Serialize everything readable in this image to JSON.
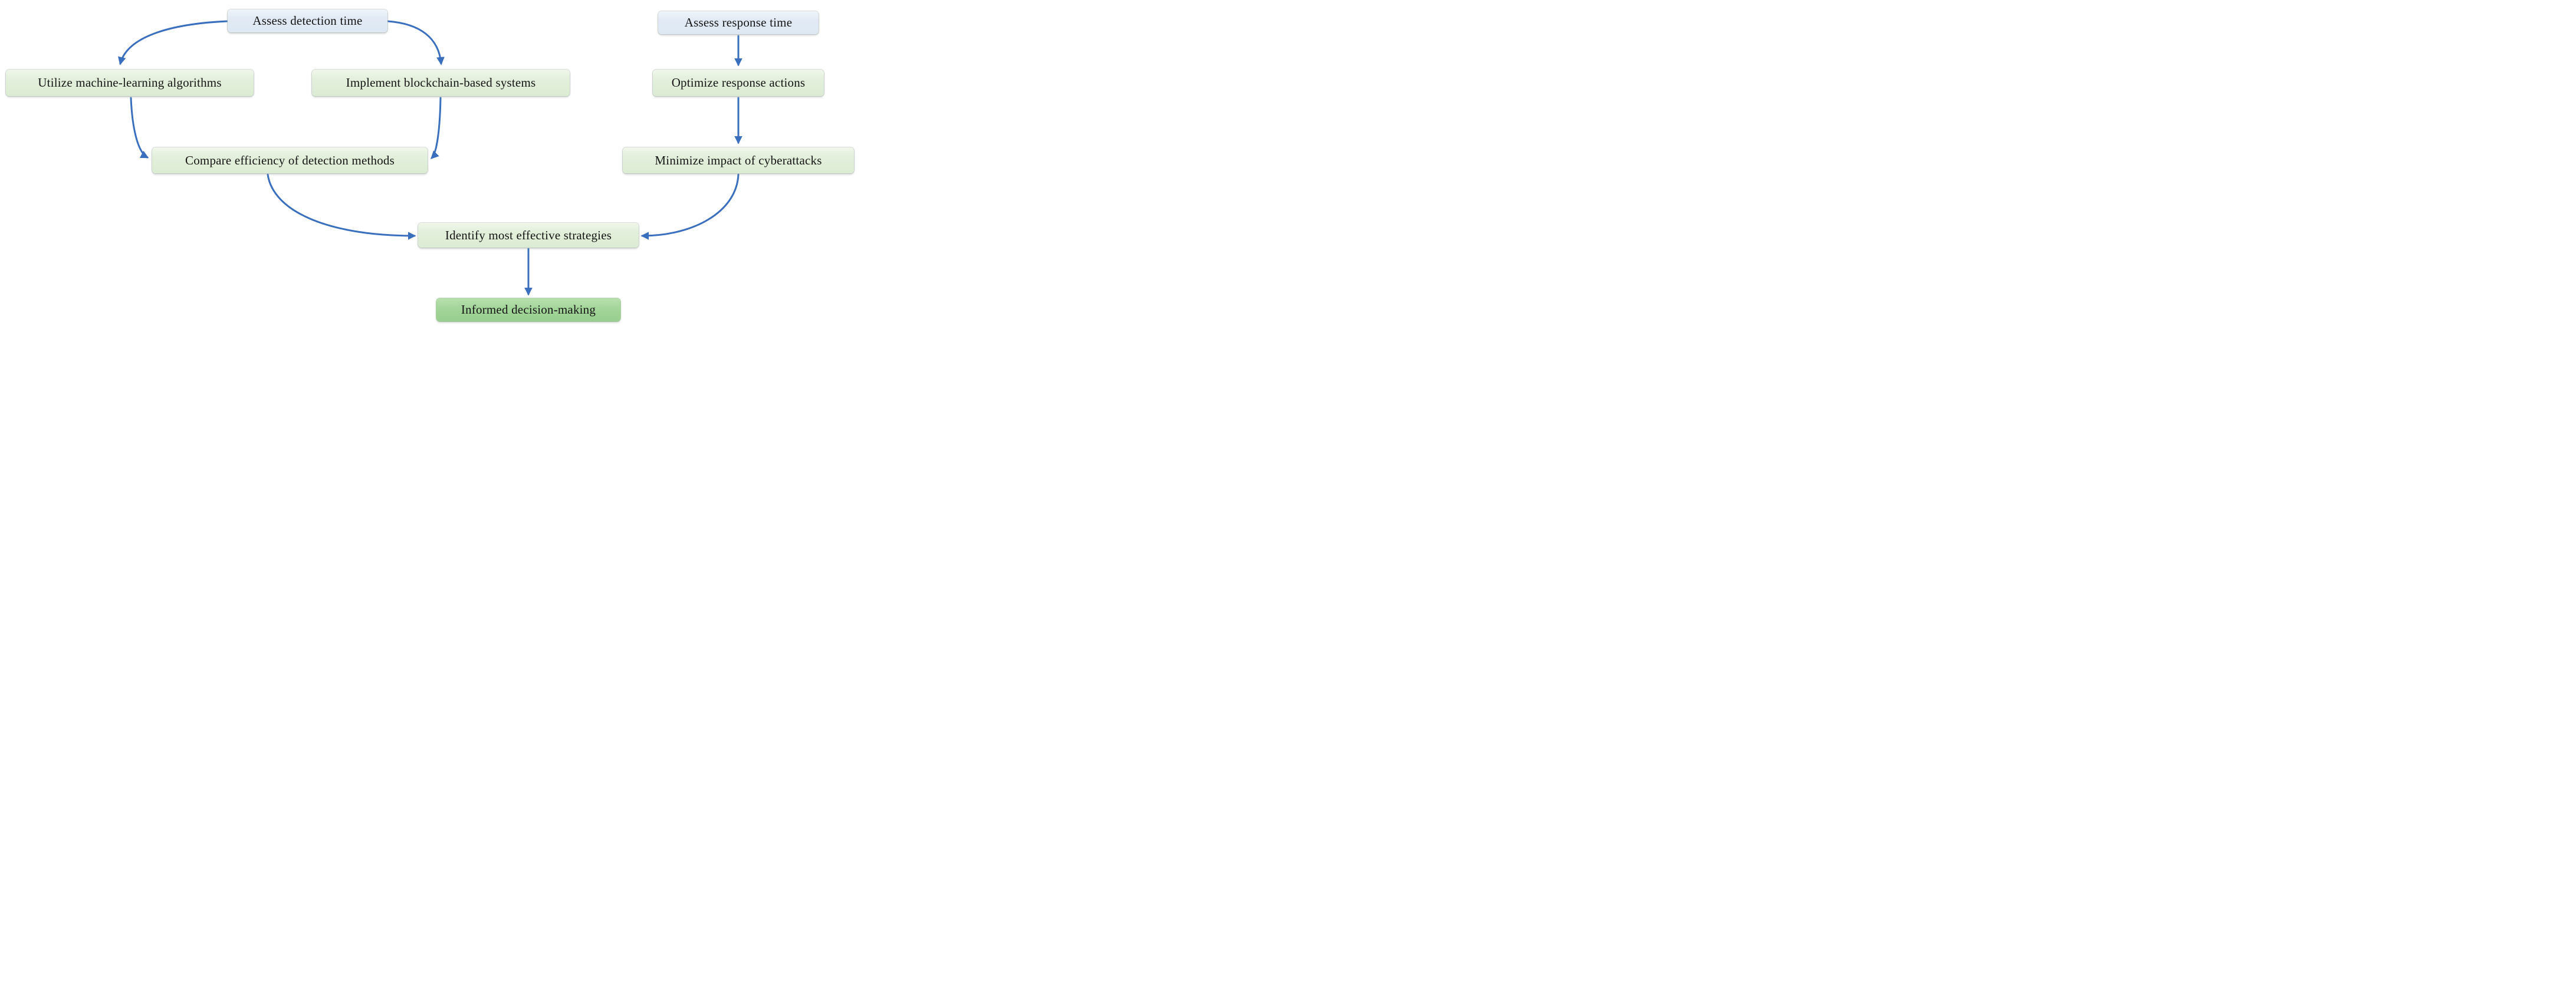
{
  "diagram": {
    "type": "flowchart",
    "background_color": "#ffffff",
    "arrow_color": "#3a6fbe",
    "node_fill_blue": "#e2ebf5",
    "node_fill_green_light": "#e3f0dc",
    "node_fill_green_dark": "#a4d69b",
    "text_color": "#141414",
    "nodes": [
      {
        "id": "assess-detection-time",
        "label": "Assess detection time",
        "style": "blue"
      },
      {
        "id": "assess-response-time",
        "label": "Assess response time",
        "style": "blue"
      },
      {
        "id": "utilize-machine-learning-algorithms",
        "label": "Utilize machine-learning algorithms",
        "style": "green"
      },
      {
        "id": "implement-blockchain-based-systems",
        "label": "Implement blockchain-based systems",
        "style": "green"
      },
      {
        "id": "optimize-response-actions",
        "label": "Optimize response actions",
        "style": "green"
      },
      {
        "id": "compare-efficiency-of-detection-methods",
        "label": "Compare efficiency of detection methods",
        "style": "green"
      },
      {
        "id": "minimize-impact-of-cyberattacks",
        "label": "Minimize impact of cyberattacks",
        "style": "green"
      },
      {
        "id": "identify-most-effective-strategies",
        "label": "Identify most effective strategies",
        "style": "green"
      },
      {
        "id": "informed-decision-making",
        "label": "Informed decision-making",
        "style": "green-dark"
      }
    ],
    "edges": [
      {
        "from": "assess-detection-time",
        "to": "utilize-machine-learning-algorithms"
      },
      {
        "from": "assess-detection-time",
        "to": "implement-blockchain-based-systems"
      },
      {
        "from": "utilize-machine-learning-algorithms",
        "to": "compare-efficiency-of-detection-methods"
      },
      {
        "from": "implement-blockchain-based-systems",
        "to": "compare-efficiency-of-detection-methods"
      },
      {
        "from": "compare-efficiency-of-detection-methods",
        "to": "identify-most-effective-strategies"
      },
      {
        "from": "assess-response-time",
        "to": "optimize-response-actions"
      },
      {
        "from": "optimize-response-actions",
        "to": "minimize-impact-of-cyberattacks"
      },
      {
        "from": "minimize-impact-of-cyberattacks",
        "to": "identify-most-effective-strategies"
      },
      {
        "from": "identify-most-effective-strategies",
        "to": "informed-decision-making"
      }
    ]
  }
}
